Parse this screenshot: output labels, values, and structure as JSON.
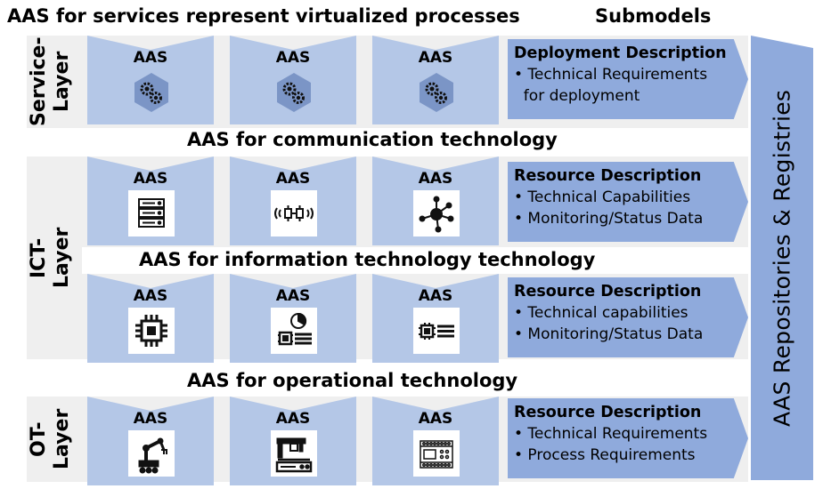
{
  "headings": {
    "service": "AAS for services represent virtualized processes",
    "submodels": "Submodels",
    "communication": "AAS for communication technology",
    "information": "AAS for information technology technology",
    "operational": "AAS for operational technology"
  },
  "layers": {
    "service": [
      "Service-",
      "Layer"
    ],
    "ict": [
      "ICT-",
      "Layer"
    ],
    "ot": [
      "OT-",
      "Layer"
    ]
  },
  "aas_label": "AAS",
  "rows": [
    {
      "icons": [
        "gears-icon",
        "gears-icon",
        "gears-icon"
      ],
      "submodel": {
        "title": "Deployment Description",
        "lines": [
          "• Technical Requirements",
          "  for deployment"
        ]
      }
    },
    {
      "icons": [
        "server-rack-icon",
        "wireless-network-icon",
        "network-hub-icon"
      ],
      "submodel": {
        "title": "Resource Description",
        "lines": [
          "• Technical Capabilities",
          "• Monitoring/Status Data"
        ]
      }
    },
    {
      "icons": [
        "cpu-chip-icon",
        "chip-dashboard-icon",
        "chip-list-icon"
      ],
      "submodel": {
        "title": "Resource Description",
        "lines": [
          "• Technical capabilities",
          "• Monitoring/Status Data"
        ]
      }
    },
    {
      "icons": [
        "robot-arm-icon",
        "machine-tool-icon",
        "plc-controller-icon"
      ],
      "submodel": {
        "title": "Resource Description",
        "lines": [
          "• Technical Requirements",
          "• Process Requirements"
        ]
      }
    }
  ],
  "repository": "AAS Repositories & Registries",
  "colors": {
    "card": "#b4c7e7",
    "submodel": "#8faadc",
    "hex": "#7b95c6",
    "panel": "#efefef"
  }
}
